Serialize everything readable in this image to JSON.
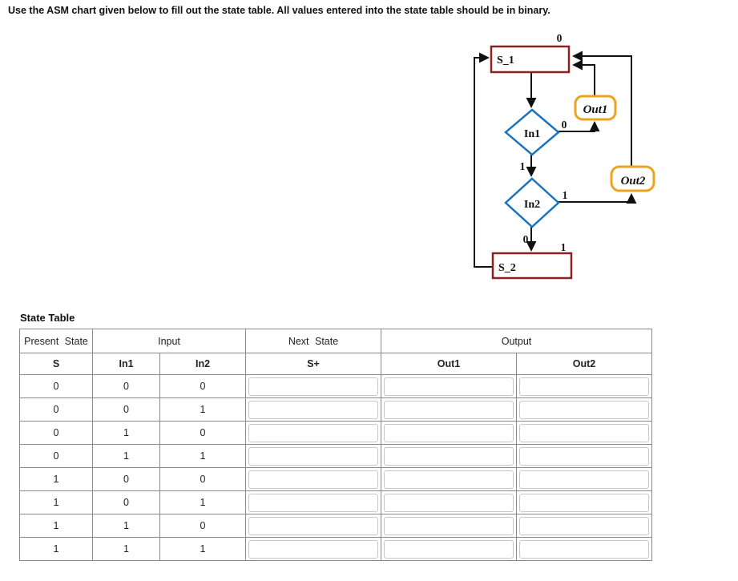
{
  "page": {
    "title": "Use the ASM chart given below to fill out the state table. All values entered into the state table should be in binary."
  },
  "diagram": {
    "states": {
      "s1": "S_1",
      "s2": "S_2"
    },
    "decisions": {
      "in1": "In1",
      "in2": "In2"
    },
    "outputs": {
      "out1": "Out1",
      "out2": "Out2"
    },
    "edge_labels": {
      "top_zero": "0",
      "in1_false": "0",
      "in1_true": "1",
      "in2_true": "1",
      "in2_false": "0",
      "s2_entry_one": "1"
    },
    "colors": {
      "state_border": "#8b2222",
      "decision_border": "#1b74bc",
      "output_border": "#eea320",
      "line": "#111111"
    }
  },
  "state_table": {
    "caption": "State Table",
    "header_groups": {
      "present_state": "Present State",
      "input": "Input",
      "next_state": "Next State",
      "output": "Output"
    },
    "columns": {
      "s": "S",
      "in1": "In1",
      "in2": "In2",
      "s_plus": "S+",
      "out1": "Out1",
      "out2": "Out2"
    },
    "rows": [
      {
        "s": "0",
        "in1": "0",
        "in2": "0",
        "s_plus": "",
        "out1": "",
        "out2": ""
      },
      {
        "s": "0",
        "in1": "0",
        "in2": "1",
        "s_plus": "",
        "out1": "",
        "out2": ""
      },
      {
        "s": "0",
        "in1": "1",
        "in2": "0",
        "s_plus": "",
        "out1": "",
        "out2": ""
      },
      {
        "s": "0",
        "in1": "1",
        "in2": "1",
        "s_plus": "",
        "out1": "",
        "out2": ""
      },
      {
        "s": "1",
        "in1": "0",
        "in2": "0",
        "s_plus": "",
        "out1": "",
        "out2": ""
      },
      {
        "s": "1",
        "in1": "0",
        "in2": "1",
        "s_plus": "",
        "out1": "",
        "out2": ""
      },
      {
        "s": "1",
        "in1": "1",
        "in2": "0",
        "s_plus": "",
        "out1": "",
        "out2": ""
      },
      {
        "s": "1",
        "in1": "1",
        "in2": "1",
        "s_plus": "",
        "out1": "",
        "out2": ""
      }
    ]
  }
}
